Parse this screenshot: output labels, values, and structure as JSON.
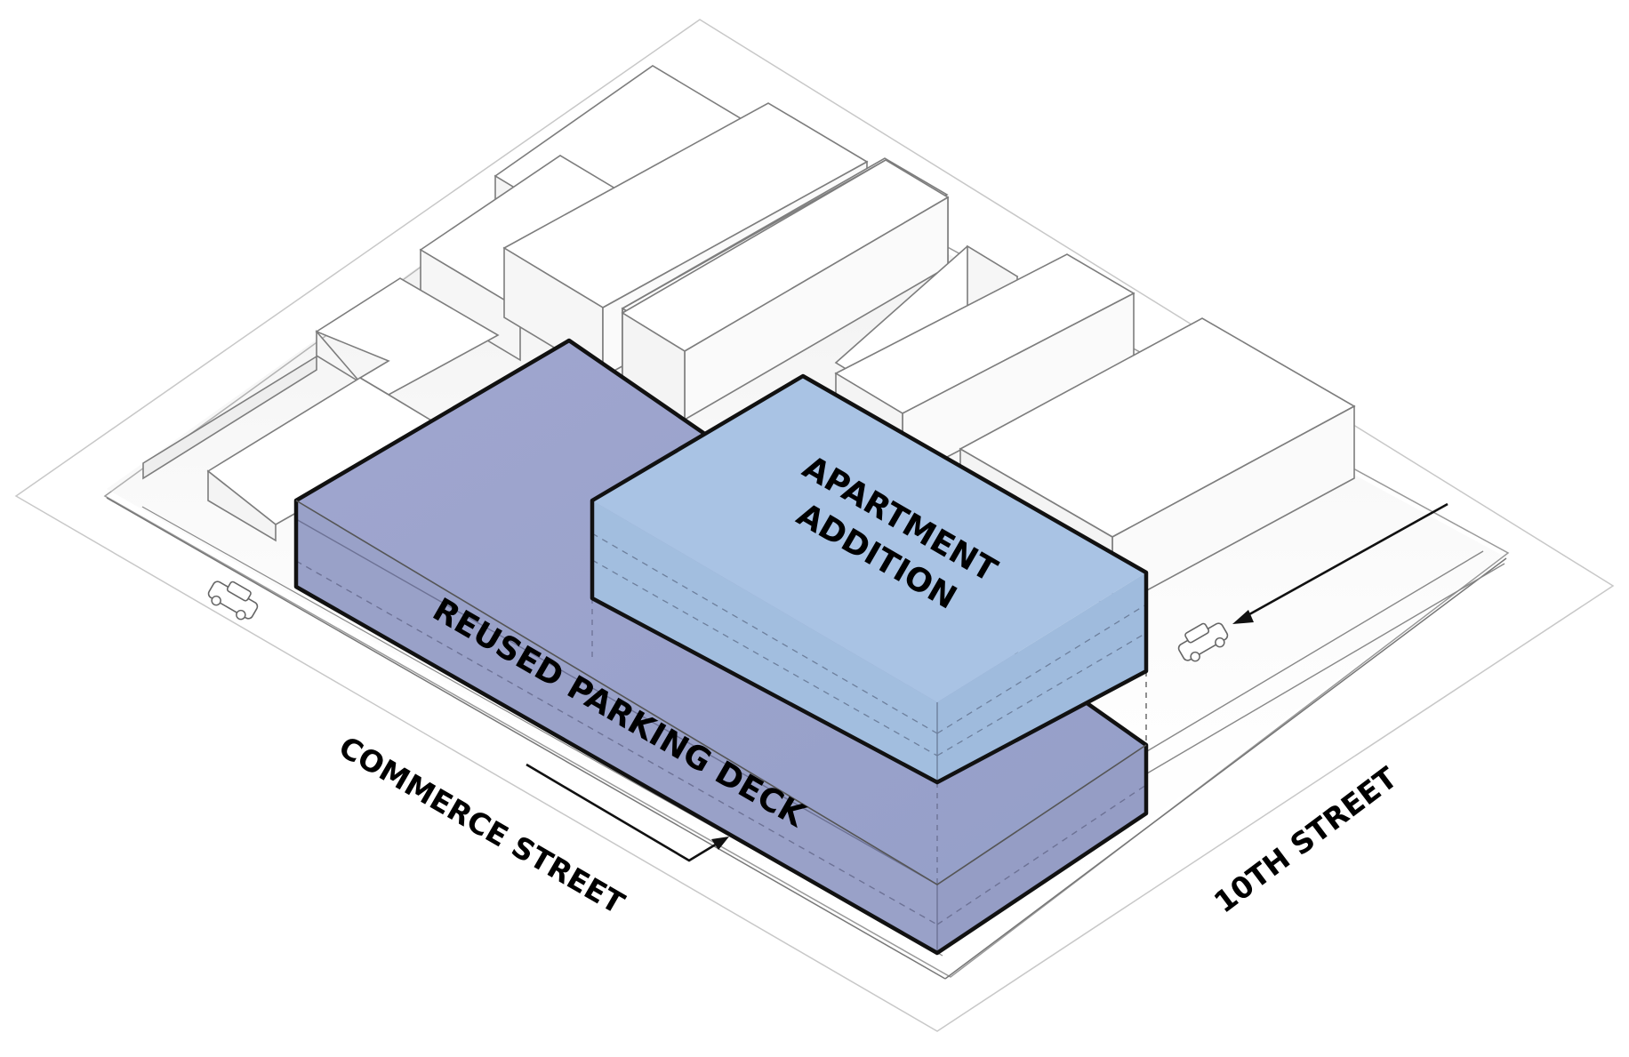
{
  "diagram": {
    "labels": {
      "apartment_line1": "APARTMENT",
      "apartment_line2": "ADDITION",
      "parking": "REUSED PARKING DECK",
      "commerce_street": "COMMERCE STREET",
      "tenth_street": "10TH STREET"
    },
    "colors": {
      "parking_deck": "#9ba3cb",
      "apartment_addition": "#a8c3e2",
      "context_buildings": "#ffffff",
      "outline": "#111111"
    },
    "icons": [
      "car-icon",
      "car-icon",
      "traffic-arrow-icon",
      "traffic-arrow-icon"
    ]
  }
}
